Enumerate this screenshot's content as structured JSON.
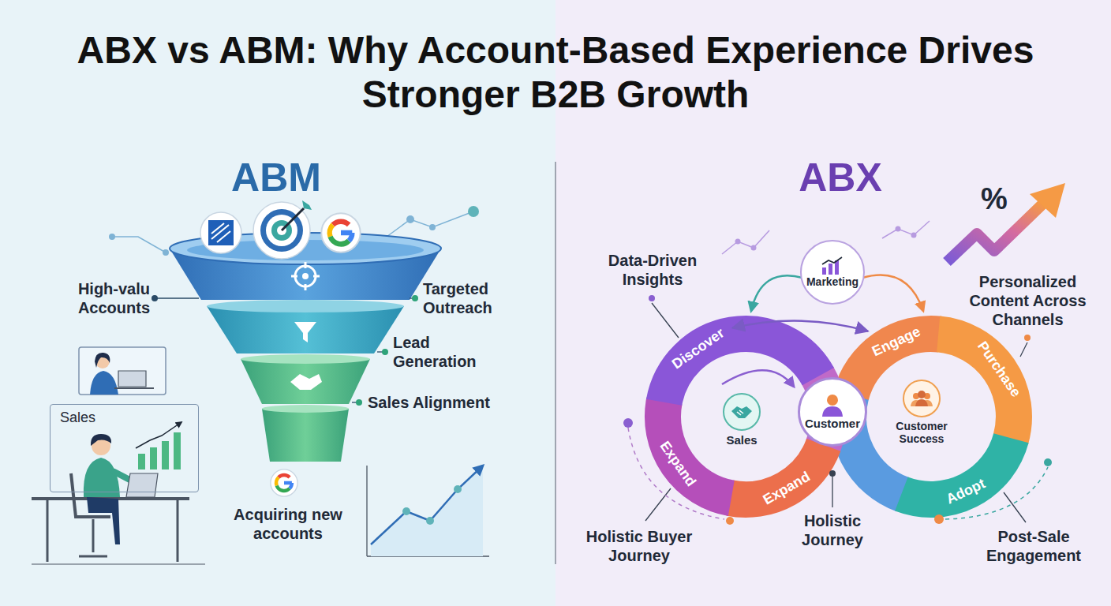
{
  "diagram": {
    "title": "ABX vs ABM: Why Account-Based Experience Drives Stronger B2B Growth",
    "nodes": [
      {
        "text": [
          "Sales"
        ]
      },
      {
        "text": [
          "Discover"
        ]
      },
      {
        "text": [
          "Expand"
        ]
      },
      {
        "text": [
          "Expand"
        ]
      },
      {
        "text": [
          "Engage"
        ]
      },
      {
        "text": [
          "Purchase"
        ]
      },
      {
        "text": [
          "Adopt"
        ]
      },
      {
        "text": [
          "Marketing"
        ]
      },
      {
        "text": [
          "Sales"
        ]
      },
      {
        "text": [
          "Customer"
        ]
      },
      {
        "text": [
          "Customer Success"
        ]
      }
    ],
    "edges": [
      {
        "from": 1,
        "to": 4,
        "arrow": "both"
      }
    ],
    "labels": [
      "ABM",
      "ABX",
      "High-valu Accounts",
      "Targeted Outreach",
      "Lead Generation",
      "Sales Alignment",
      "Acquiring new accounts",
      "Data-Driven Insights",
      "Personalized Content Across Channels",
      "Holistic Buyer Journey",
      "Holistic Journey",
      "Post-Sale Engagement",
      "%"
    ]
  }
}
